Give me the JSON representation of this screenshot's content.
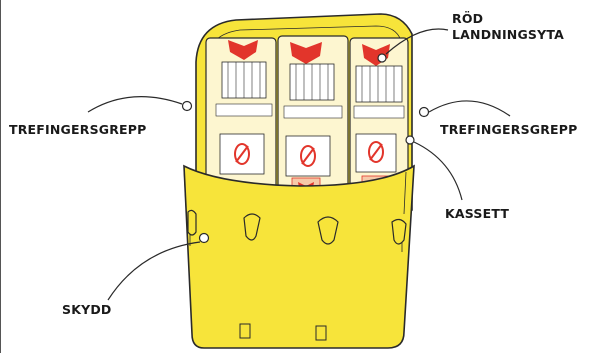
{
  "labels": {
    "rod_landningsyta": [
      "RÖD",
      "LANDNINGSYTA"
    ],
    "trefingersgrepp_left": "TREFINGERSGREPP",
    "trefingersgrepp_right": "TREFINGERSGREPP",
    "kassett": "KASSETT",
    "skydd": "SKYDD"
  },
  "colors": {
    "shield": "#f7e43a",
    "shield_dark": "#d9c21c",
    "cassette": "#fdf6d0",
    "red_surface": "#e2352b",
    "outline": "#2a2a2a"
  },
  "counts": {
    "cassettes": 3
  }
}
